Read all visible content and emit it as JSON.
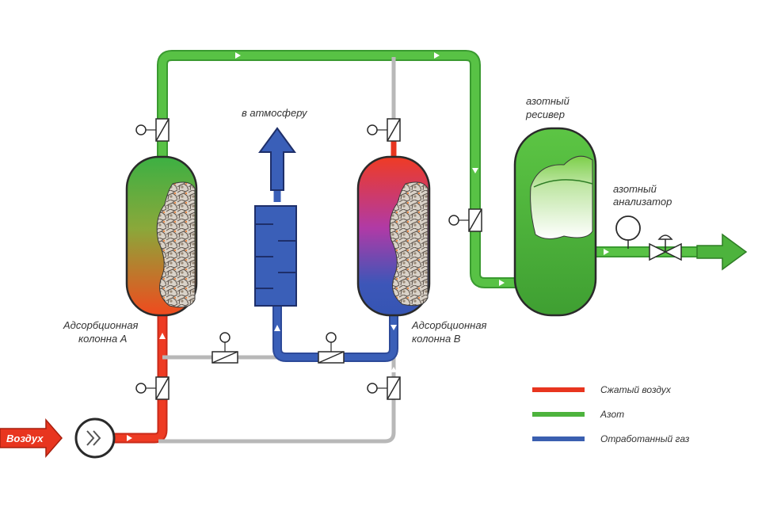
{
  "labels": {
    "atmosphere": "в атмосферу",
    "receiver_line1": "азотный",
    "receiver_line2": "ресивер",
    "analyzer_line1": "азотный",
    "analyzer_line2": "анализатор",
    "column_a_line1": "Адсорбционная",
    "column_a_line2": "колонна А",
    "column_b_line1": "Адсорбционная",
    "column_b_line2": "колонна В",
    "inlet": "Воздух"
  },
  "legend": [
    {
      "label": "Сжатый воздух",
      "color": "#e8351f"
    },
    {
      "label": "Азот",
      "color": "#4db33d"
    },
    {
      "label": "Отработанный газ",
      "color": "#3a5fb0"
    }
  ],
  "colors": {
    "air": "#e8351f",
    "nitrogen": "#4db33d",
    "exhaust": "#3a5fb0",
    "pipe_gray": "#b8b8b8"
  },
  "icons": [
    "compressor-icon",
    "check-valve-icon",
    "pressure-gauge-icon",
    "control-valve-icon",
    "flow-arrow-icon"
  ]
}
